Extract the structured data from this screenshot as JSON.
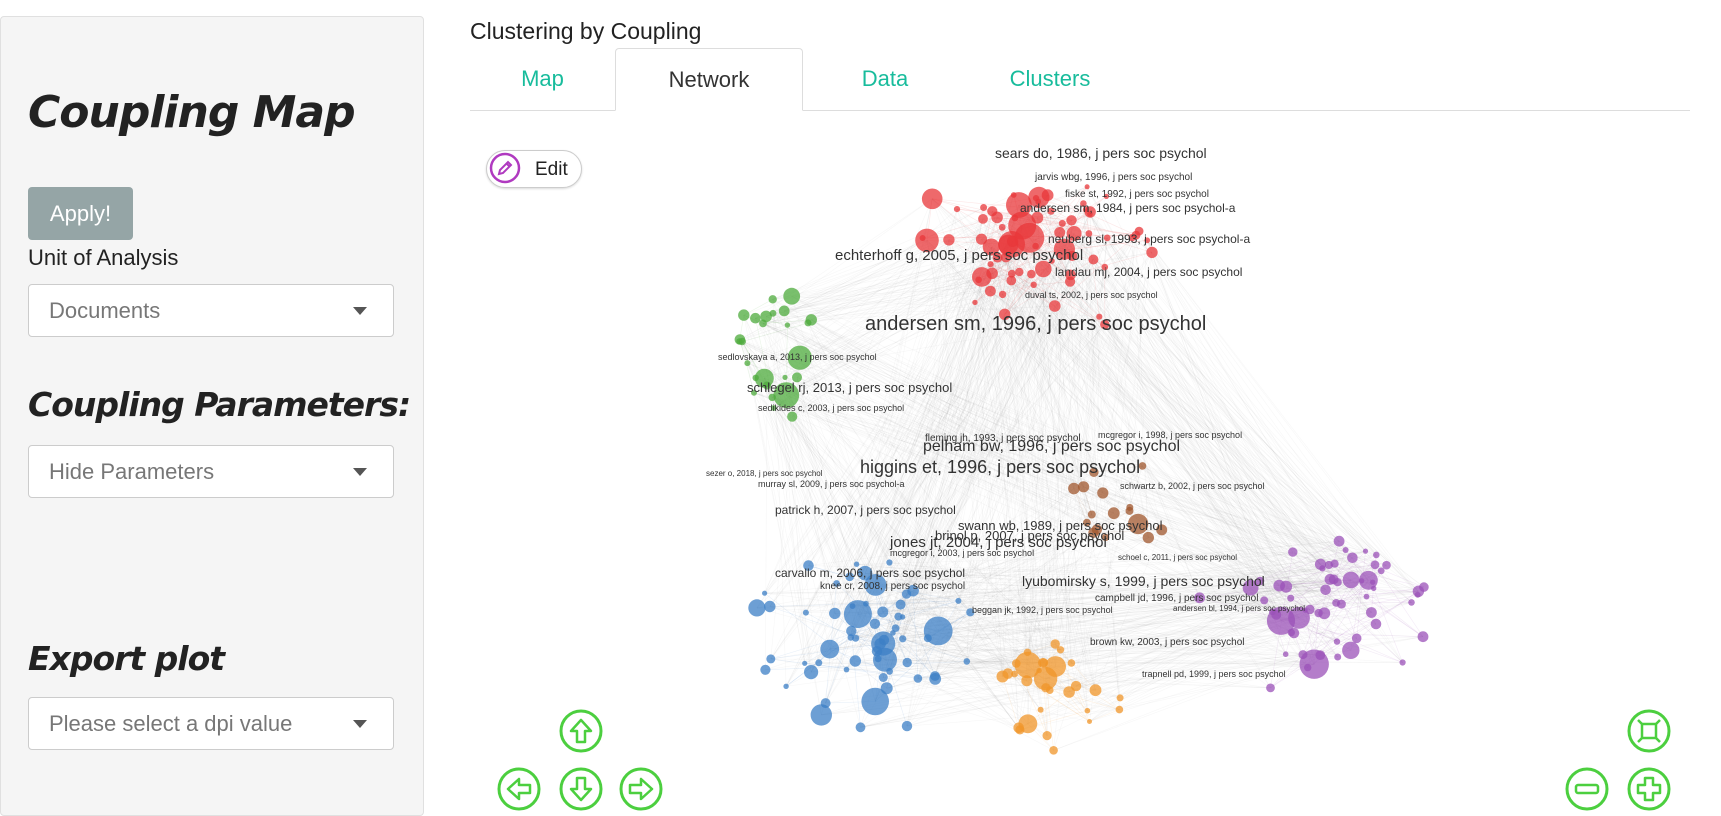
{
  "sidebar": {
    "title": "Coupling Map",
    "apply_label": "Apply!",
    "unit_label": "Unit of Analysis",
    "unit_value": "Documents",
    "params_title": "Coupling Parameters:",
    "params_value": "Hide Parameters",
    "export_title": "Export plot",
    "dpi_placeholder": "Please select a dpi value"
  },
  "main": {
    "title": "Clustering by Coupling",
    "tabs": [
      {
        "label": "Map"
      },
      {
        "label": "Network",
        "active": true
      },
      {
        "label": "Data"
      },
      {
        "label": "Clusters"
      }
    ],
    "edit_label": "Edit"
  },
  "network": {
    "colors": {
      "red": "#e8373a",
      "green": "#4dab3c",
      "blue": "#3c7fc5",
      "orange": "#f0962a",
      "brown": "#a0572d",
      "purple": "#9b52b8"
    },
    "labels": [
      {
        "text": "sears do, 1986, j pers soc psychol",
        "cluster": "red",
        "size": 14
      },
      {
        "text": "jarvis wbg, 1996, j pers soc psychol",
        "cluster": "red",
        "size": 10
      },
      {
        "text": "fiske st, 1992, j pers soc psychol",
        "cluster": "red",
        "size": 10
      },
      {
        "text": "andersen sm, 1984, j pers soc psychol-a",
        "cluster": "red",
        "size": 12
      },
      {
        "text": "neuberg sl, 1993, j pers soc psychol-a",
        "cluster": "red",
        "size": 12
      },
      {
        "text": "echterhoff g, 2005, j pers soc psychol",
        "cluster": "red",
        "size": 15
      },
      {
        "text": "landau mj, 2004, j pers soc psychol",
        "cluster": "red",
        "size": 12
      },
      {
        "text": "duval ts, 2002, j pers soc psychol",
        "cluster": "red",
        "size": 9
      },
      {
        "text": "andersen sm, 1996, j pers soc psychol",
        "cluster": "red",
        "size": 20
      },
      {
        "text": "sedlovskaya a, 2013, j pers soc psychol",
        "cluster": "green",
        "size": 9
      },
      {
        "text": "schlegel rj, 2013, j pers soc psychol",
        "cluster": "green",
        "size": 13
      },
      {
        "text": "sedikides c, 2003, j pers soc psychol",
        "cluster": "green",
        "size": 9
      },
      {
        "text": "fleming jh, 1993, j pers soc psychol",
        "cluster": "brown",
        "size": 10
      },
      {
        "text": "pelham bw, 1996, j pers soc psychol",
        "cluster": "brown",
        "size": 16
      },
      {
        "text": "mcgregor i, 1998, j pers soc psychol",
        "cluster": "purple",
        "size": 9
      },
      {
        "text": "higgins et, 1996, j pers soc psychol",
        "cluster": "brown",
        "size": 18
      },
      {
        "text": "murray sl, 2009, j pers soc psychol-a",
        "cluster": "blue",
        "size": 9
      },
      {
        "text": "sezer o, 2018, j pers soc psychol",
        "cluster": "blue",
        "size": 8
      },
      {
        "text": "patrick h, 2007, j pers soc psychol",
        "cluster": "blue",
        "size": 12
      },
      {
        "text": "swann wb, 1989, j pers soc psychol",
        "cluster": "orange",
        "size": 13
      },
      {
        "text": "brinol p, 2007, j pers soc psychol",
        "cluster": "orange",
        "size": 13
      },
      {
        "text": "jones jt, 2004, j pers soc psychol",
        "cluster": "orange",
        "size": 15
      },
      {
        "text": "mcgregor i, 2003, j pers soc psychol",
        "cluster": "orange",
        "size": 9
      },
      {
        "text": "carvallo m, 2006, j pers soc psychol",
        "cluster": "blue",
        "size": 12
      },
      {
        "text": "knee cr, 2008, j pers soc psychol",
        "cluster": "blue",
        "size": 10
      },
      {
        "text": "lyubomirsky s, 1999, j pers soc psychol",
        "cluster": "purple",
        "size": 14
      },
      {
        "text": "campbell jd, 1996, j pers soc psychol",
        "cluster": "purple",
        "size": 10
      },
      {
        "text": "schwartz b, 2002, j pers soc psychol",
        "cluster": "purple",
        "size": 9
      },
      {
        "text": "schoel c, 2011, j pers soc psychol",
        "cluster": "purple",
        "size": 8
      },
      {
        "text": "beggan jk, 1992, j pers soc psychol",
        "cluster": "orange",
        "size": 9
      },
      {
        "text": "brown kw, 2003, j pers soc psychol",
        "cluster": "purple",
        "size": 10
      },
      {
        "text": "trapnell pd, 1999, j pers soc psychol",
        "cluster": "purple",
        "size": 9
      },
      {
        "text": "andersen bl, 1994, j pers soc psychol",
        "cluster": "purple",
        "size": 8
      }
    ]
  }
}
